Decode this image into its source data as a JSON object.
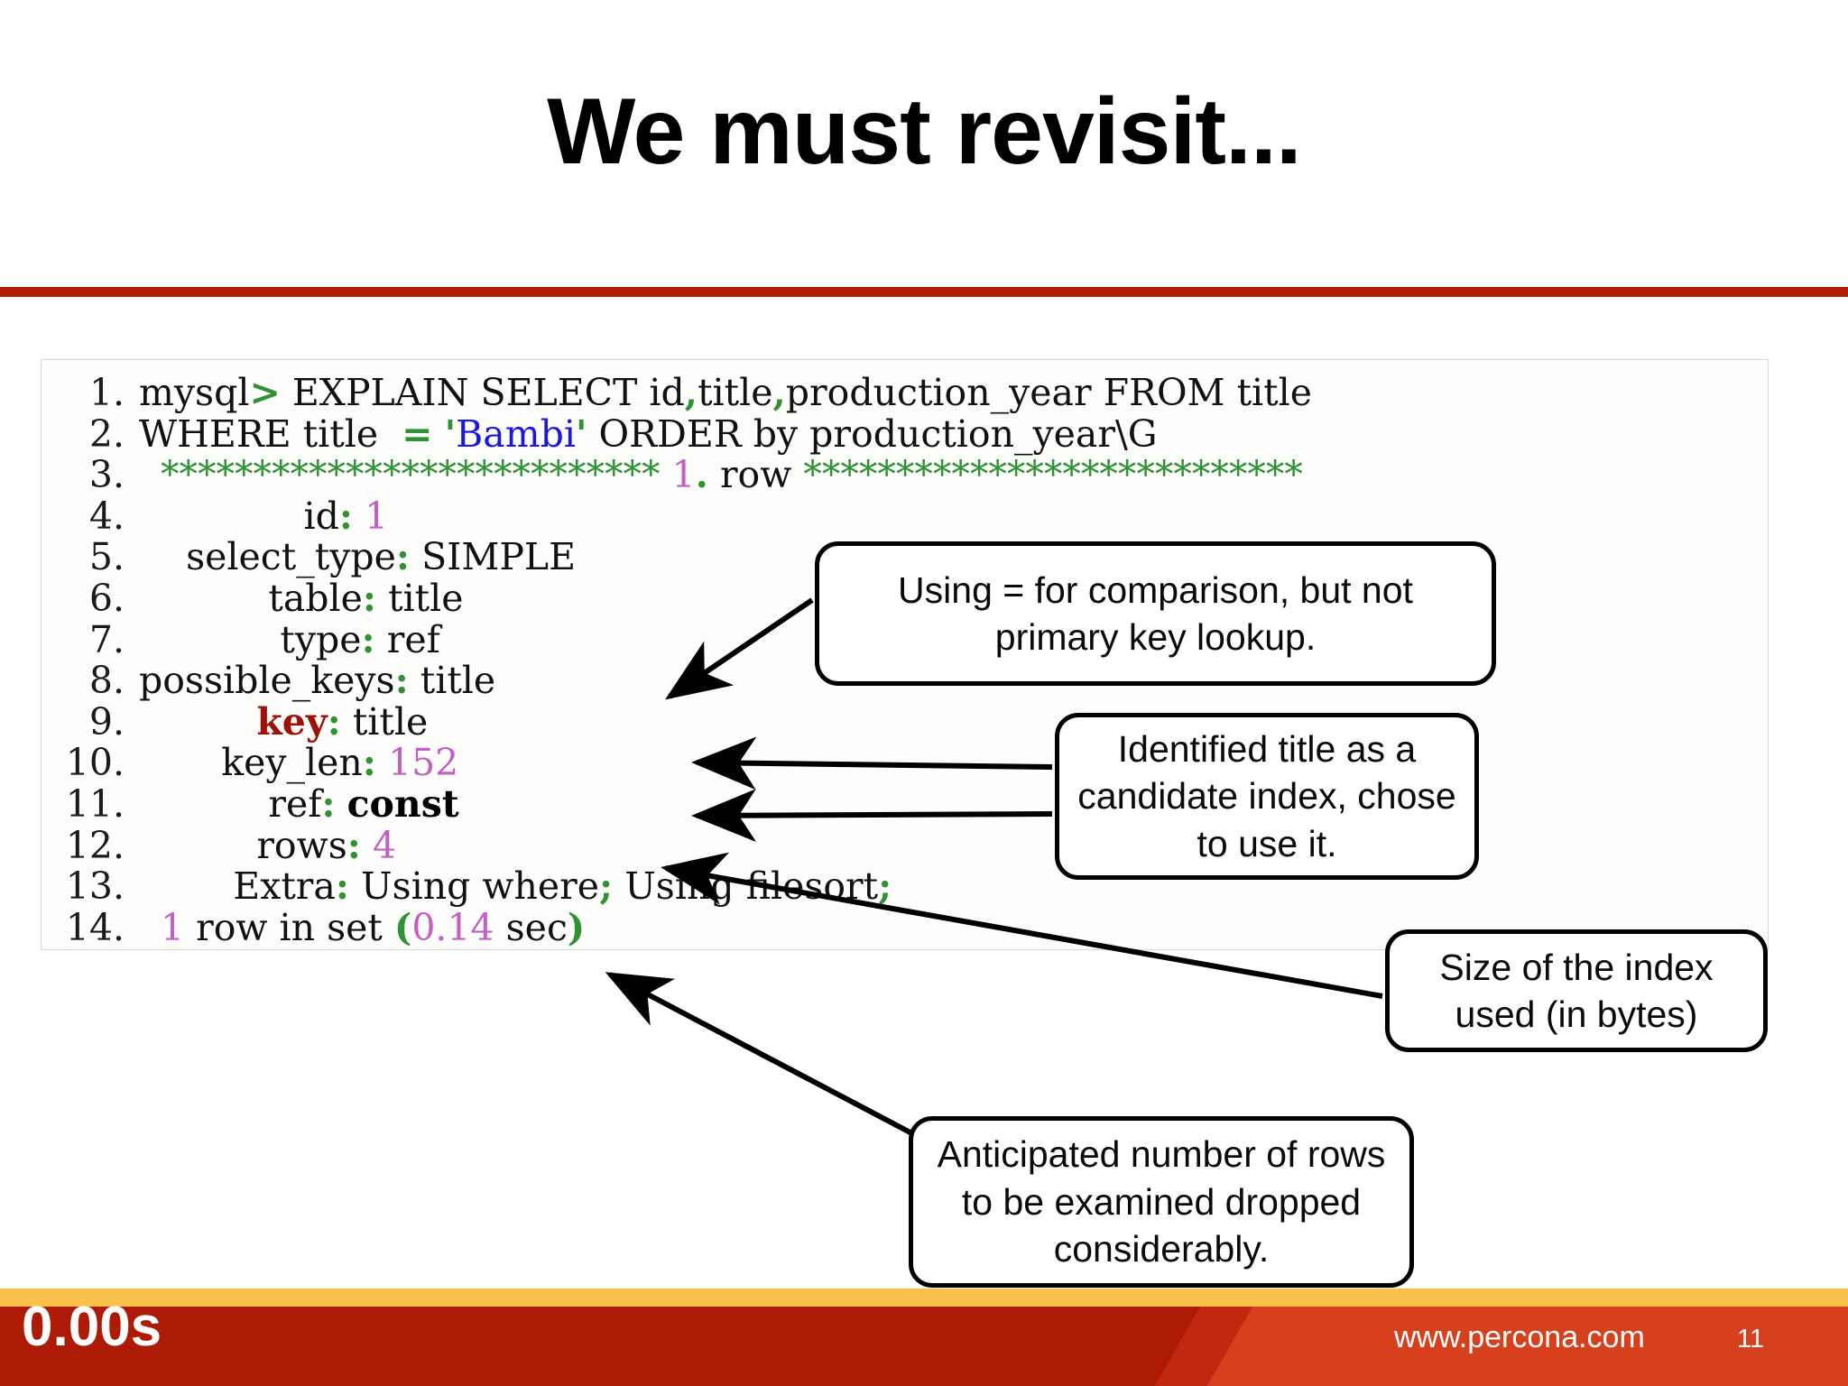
{
  "slide": {
    "title": "We must revisit...",
    "accent_red": "#b01d07",
    "accent_gold": "#fbc24b",
    "footer_dark_red": "#ad1a05",
    "footer_orange": "#d6401c"
  },
  "code": {
    "lines": [
      {
        "n": "1.",
        "indent": 0,
        "segments": [
          {
            "t": "mysql",
            "c": "plain"
          },
          {
            "t": ">",
            "c": "green-b"
          },
          {
            "t": " EXPLAIN SELECT id",
            "c": "plain"
          },
          {
            "t": ",",
            "c": "green-b"
          },
          {
            "t": "title",
            "c": "plain"
          },
          {
            "t": ",",
            "c": "green-b"
          },
          {
            "t": "production_year FROM title",
            "c": "plain"
          }
        ]
      },
      {
        "n": "2.",
        "indent": 0,
        "segments": [
          {
            "t": "WHERE title  ",
            "c": "plain"
          },
          {
            "t": "=",
            "c": "green-b"
          },
          {
            "t": " ",
            "c": "plain"
          },
          {
            "t": "'",
            "c": "green-b"
          },
          {
            "t": "Bambi",
            "c": "blue"
          },
          {
            "t": "'",
            "c": "green-b"
          },
          {
            "t": " ORDER by production_year\\G",
            "c": "plain"
          }
        ]
      },
      {
        "n": "3.",
        "indent": 1,
        "segments": [
          {
            "t": "*************************** ",
            "c": "green"
          },
          {
            "t": "1",
            "c": "pink"
          },
          {
            "t": ".",
            "c": "green-b"
          },
          {
            "t": " row ",
            "c": "plain"
          },
          {
            "t": "***************************",
            "c": "green"
          }
        ]
      },
      {
        "n": "4.",
        "indent": 0,
        "segments": [
          {
            "t": "              id",
            "c": "plain"
          },
          {
            "t": ":",
            "c": "green-b"
          },
          {
            "t": " ",
            "c": "plain"
          },
          {
            "t": "1",
            "c": "pink"
          }
        ]
      },
      {
        "n": "5.",
        "indent": 0,
        "segments": [
          {
            "t": "    select_type",
            "c": "plain"
          },
          {
            "t": ":",
            "c": "green-b"
          },
          {
            "t": " SIMPLE",
            "c": "plain"
          }
        ]
      },
      {
        "n": "6.",
        "indent": 0,
        "segments": [
          {
            "t": "           table",
            "c": "plain"
          },
          {
            "t": ":",
            "c": "green-b"
          },
          {
            "t": " title",
            "c": "plain"
          }
        ]
      },
      {
        "n": "7.",
        "indent": 0,
        "segments": [
          {
            "t": "            type",
            "c": "plain"
          },
          {
            "t": ":",
            "c": "green-b"
          },
          {
            "t": " ref",
            "c": "plain"
          }
        ]
      },
      {
        "n": "8.",
        "indent": 0,
        "segments": [
          {
            "t": "possible_keys",
            "c": "plain"
          },
          {
            "t": ":",
            "c": "green-b"
          },
          {
            "t": " title",
            "c": "plain"
          }
        ]
      },
      {
        "n": "9.",
        "indent": 0,
        "segments": [
          {
            "t": "          ",
            "c": "plain"
          },
          {
            "t": "key",
            "c": "keyred"
          },
          {
            "t": ":",
            "c": "green-b"
          },
          {
            "t": " title",
            "c": "plain"
          }
        ]
      },
      {
        "n": "10.",
        "indent": 0,
        "segments": [
          {
            "t": "       key_len",
            "c": "plain"
          },
          {
            "t": ":",
            "c": "green-b"
          },
          {
            "t": " ",
            "c": "plain"
          },
          {
            "t": "152",
            "c": "pink"
          }
        ]
      },
      {
        "n": "11.",
        "indent": 0,
        "segments": [
          {
            "t": "           ref",
            "c": "plain"
          },
          {
            "t": ":",
            "c": "green-b"
          },
          {
            "t": " ",
            "c": "plain"
          },
          {
            "t": "const",
            "c": "boldblk"
          }
        ]
      },
      {
        "n": "12.",
        "indent": 0,
        "segments": [
          {
            "t": "          rows",
            "c": "plain"
          },
          {
            "t": ":",
            "c": "green-b"
          },
          {
            "t": " ",
            "c": "plain"
          },
          {
            "t": "4",
            "c": "pink"
          }
        ]
      },
      {
        "n": "13.",
        "indent": 0,
        "segments": [
          {
            "t": "        Extra",
            "c": "plain"
          },
          {
            "t": ":",
            "c": "green-b"
          },
          {
            "t": " Using where",
            "c": "plain"
          },
          {
            "t": ";",
            "c": "green-b"
          },
          {
            "t": " Using filesort",
            "c": "plain"
          },
          {
            "t": ";",
            "c": "green-b"
          }
        ]
      },
      {
        "n": "14.",
        "indent": 1,
        "segments": [
          {
            "t": "1",
            "c": "pink"
          },
          {
            "t": " row in set ",
            "c": "plain"
          },
          {
            "t": "(",
            "c": "green-b"
          },
          {
            "t": "0.14",
            "c": "pink"
          },
          {
            "t": " sec",
            "c": "plain"
          },
          {
            "t": ")",
            "c": "green-b"
          }
        ]
      }
    ]
  },
  "callouts": {
    "comparison": "Using = for comparison, but not primary key lookup.",
    "candidate": "Identified title as a candidate index, chose to use it.",
    "index_size": "Size of the index used (in bytes)",
    "rows": "Anticipated number of rows to be examined dropped considerably."
  },
  "footer": {
    "timer": "0.00s",
    "url": "www.percona.com",
    "page_number": "11"
  }
}
